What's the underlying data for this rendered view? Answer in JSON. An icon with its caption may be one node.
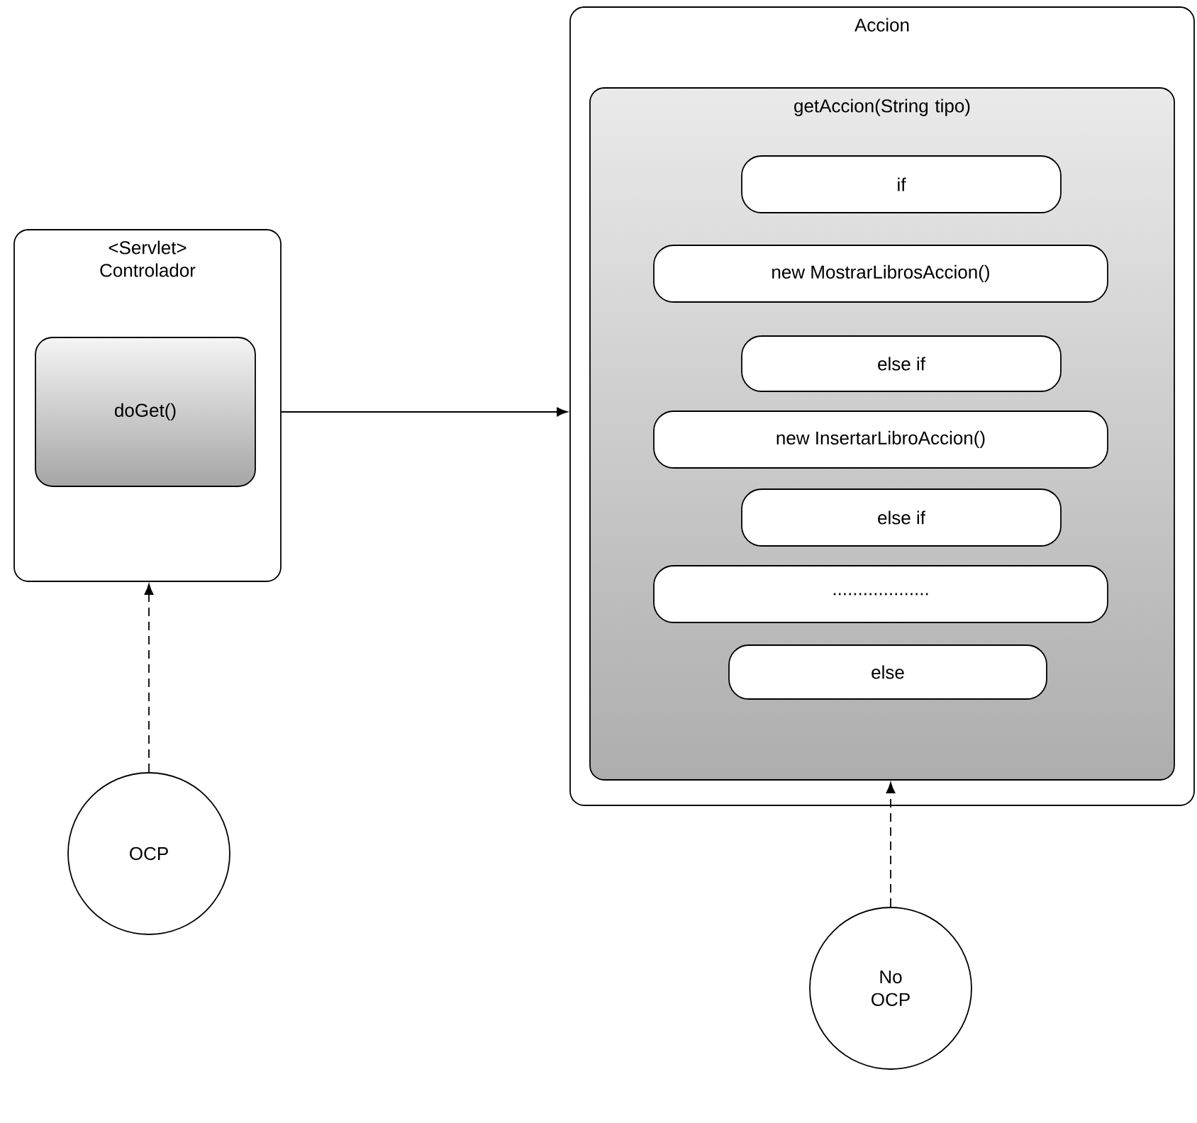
{
  "diagram": {
    "nodes": [
      {
        "text": [
          "<Servlet> Controlador"
        ]
      },
      {
        "text": [
          "doGet()"
        ],
        "in": 0
      },
      {
        "text": [
          "Accion"
        ]
      },
      {
        "text": [
          "getAccion(String tipo)"
        ],
        "in": 2
      },
      {
        "text": [
          "if"
        ],
        "in": 3
      },
      {
        "text": [
          "new MostrarLibrosAccion()"
        ],
        "in": 3
      },
      {
        "text": [
          "else if"
        ],
        "in": 3
      },
      {
        "text": [
          "new InsertarLibroAccion()"
        ],
        "in": 3
      },
      {
        "text": [
          "else if"
        ],
        "in": 3
      },
      {
        "text": [
          "..................."
        ],
        "in": 3
      },
      {
        "text": [
          "else"
        ],
        "in": 3
      },
      {
        "text": [
          "OCP"
        ]
      },
      {
        "text": [
          "No OCP"
        ]
      }
    ],
    "edges": [
      {
        "from": 0,
        "to": 2,
        "arrow": "to"
      },
      {
        "from": 11,
        "to": 0,
        "arrow": "to",
        "style": "dashed"
      },
      {
        "from": 12,
        "to": 3,
        "arrow": "to",
        "style": "dashed"
      }
    ]
  }
}
